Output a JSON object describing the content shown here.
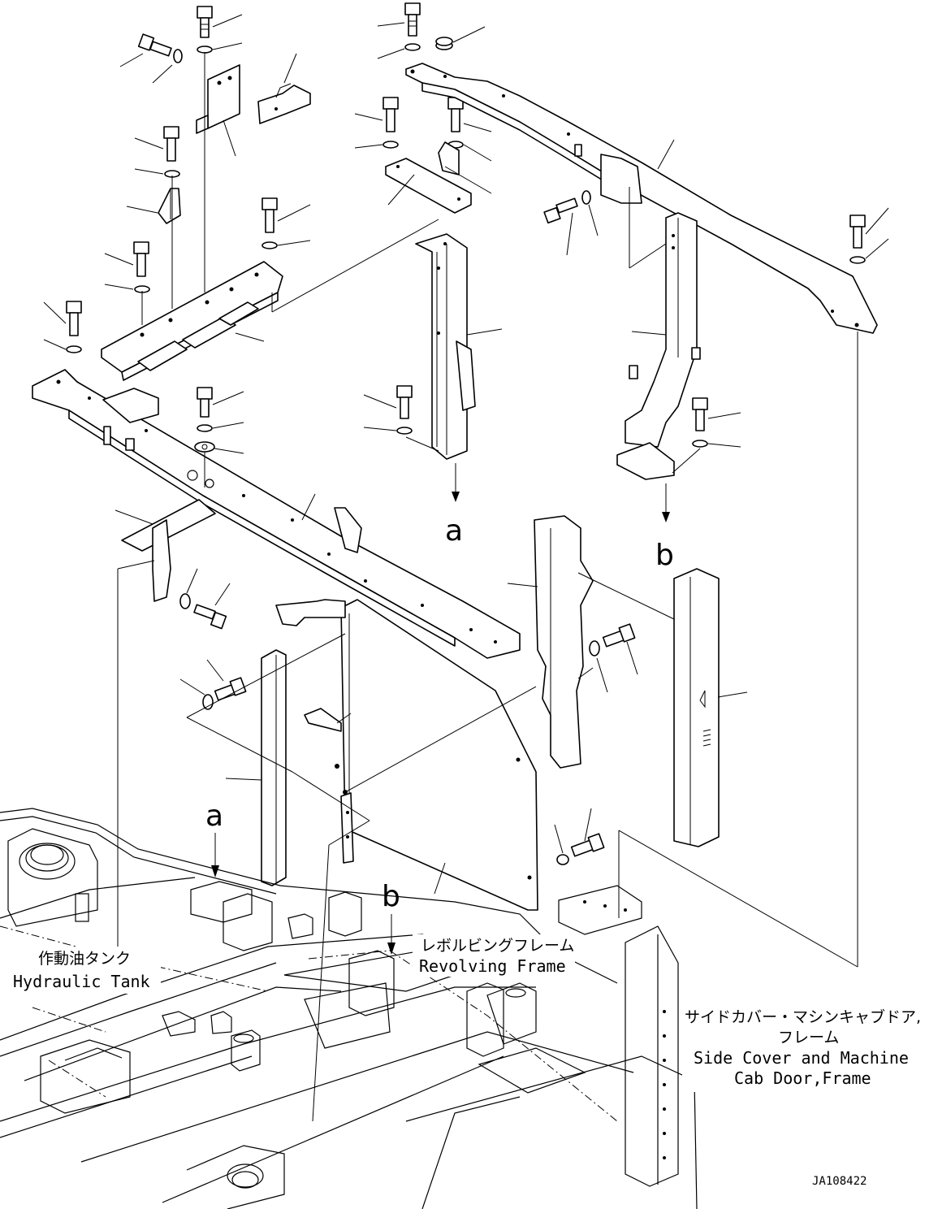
{
  "labels": {
    "hydraulic_tank_jp": "作動油タンク",
    "hydraulic_tank_en": "Hydraulic Tank",
    "revolving_frame_jp": "レボルビングフレーム",
    "revolving_frame_en": "Revolving Frame",
    "side_cover_jp_1": "サイドカバー・マシンキャブドア,",
    "side_cover_jp_2": "フレーム",
    "side_cover_en_1": "Side Cover and Machine",
    "side_cover_en_2": "Cab Door,Frame",
    "arrow_a": "a",
    "arrow_b": "b",
    "drawing_code": "JA108422"
  }
}
